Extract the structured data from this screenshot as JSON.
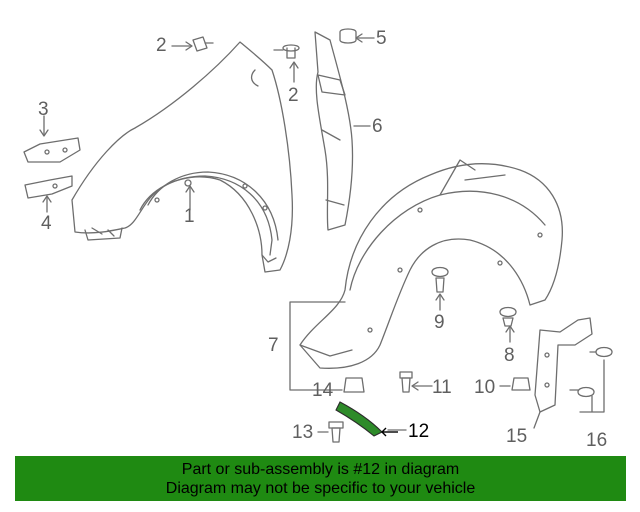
{
  "callouts": {
    "c1": "1",
    "c2a": "2",
    "c2b": "2",
    "c3": "3",
    "c4": "4",
    "c5": "5",
    "c6": "6",
    "c7": "7",
    "c8": "8",
    "c9": "9",
    "c10": "10",
    "c11": "11",
    "c12": "12",
    "c13": "13",
    "c14": "14",
    "c15": "15",
    "c16": "16"
  },
  "highlighted_part": "12",
  "colors": {
    "line": "#6e6e6e",
    "highlight_fill": "#2e8b2a",
    "banner": "#1f8a12"
  },
  "banner": {
    "line1": "Part or sub-assembly is #12 in diagram",
    "line2": "Diagram may not be specific to your vehicle"
  }
}
